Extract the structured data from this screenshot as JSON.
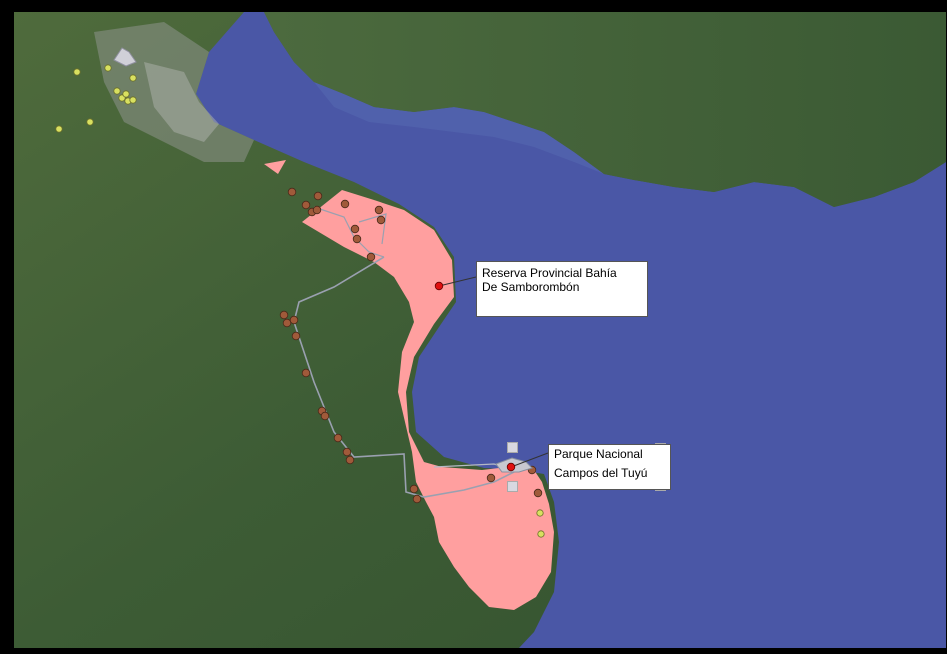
{
  "colors": {
    "water": "#4a57a6",
    "land": "#3f5e36",
    "protected_area": "#ff9f9f",
    "site_marker_brown": "#a05a3a",
    "site_marker_yellow": "#d8e060",
    "reserve_point": "#e01010",
    "road": "#9aa0b0"
  },
  "icons": {
    "reserve_point": "red-dot-icon",
    "site_brown": "brown-dot-icon",
    "site_yellow": "yellow-dot-icon"
  },
  "labels": {
    "samborombon": {
      "line1": "Reserva Provincial Bahía",
      "line2": "De Samborombón"
    },
    "tuyu": {
      "line1": "Parque Nacional",
      "line2": "Campos del Tuyú"
    }
  }
}
